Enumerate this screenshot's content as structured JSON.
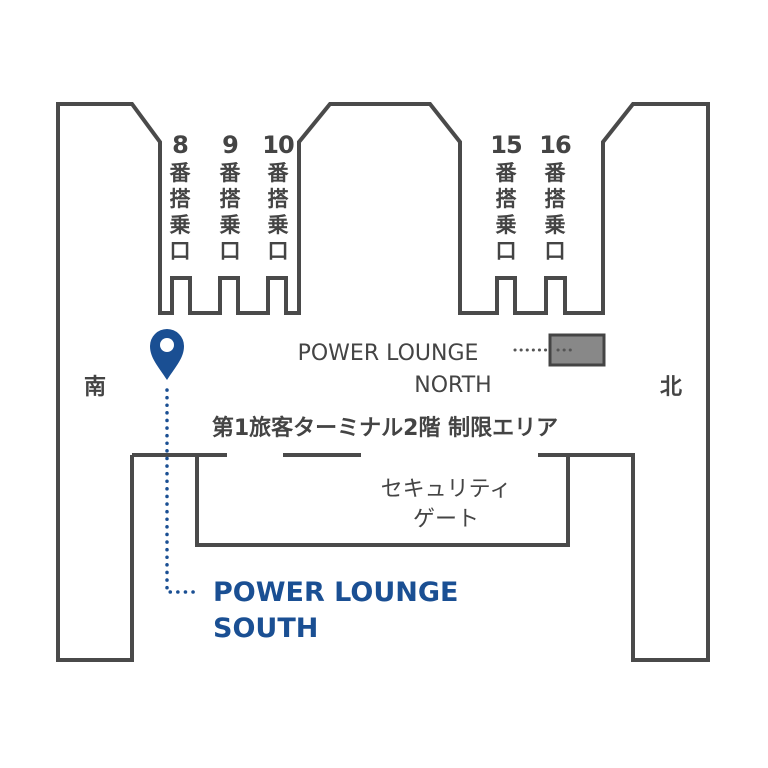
{
  "gates": [
    {
      "number": "8",
      "label": [
        "番",
        "搭",
        "乗",
        "口"
      ]
    },
    {
      "number": "9",
      "label": [
        "番",
        "搭",
        "乗",
        "口"
      ]
    },
    {
      "number": "10",
      "label": [
        "番",
        "搭",
        "乗",
        "口"
      ]
    },
    {
      "number": "15",
      "label": [
        "番",
        "搭",
        "乗",
        "口"
      ]
    },
    {
      "number": "16",
      "label": [
        "番",
        "搭",
        "乗",
        "口"
      ]
    }
  ],
  "directions": {
    "south": "南",
    "north": "北"
  },
  "area_label": "第1旅客ターミナル2階 制限エリア",
  "security_gate": [
    "セキュリティ",
    "ゲート"
  ],
  "lounge_north": [
    "POWER LOUNGE",
    "NORTH"
  ],
  "lounge_south": [
    "POWER LOUNGE",
    "SOUTH"
  ],
  "colors": {
    "wall": "#4a4a4a",
    "accent": "#1a4f93",
    "lounge_box": "#888888"
  }
}
